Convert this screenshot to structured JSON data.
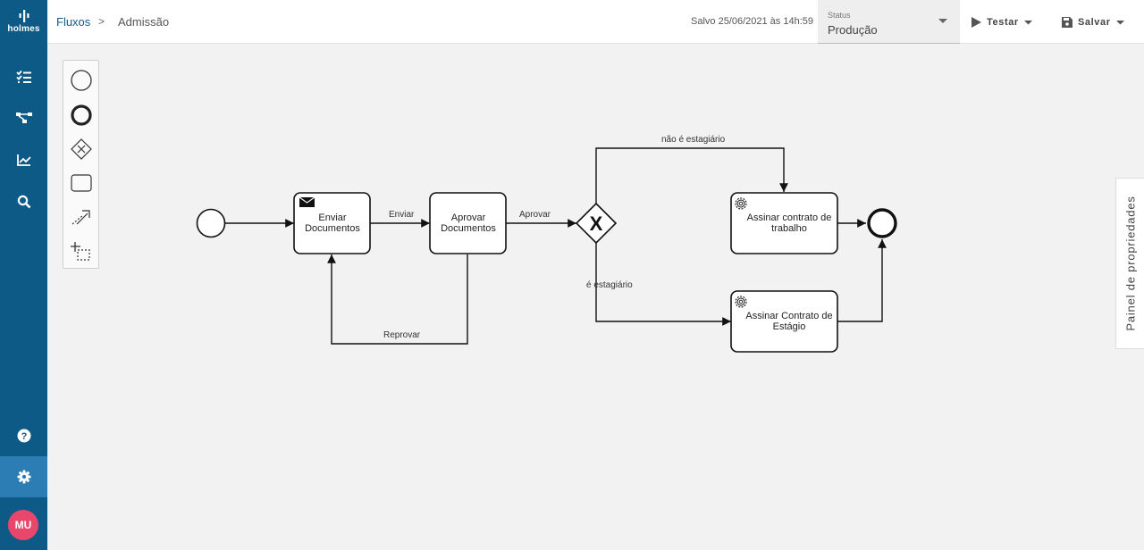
{
  "app": {
    "logo_text": "holmes"
  },
  "header": {
    "breadcrumb_root": "Fluxos",
    "breadcrumb_sep": ">",
    "breadcrumb_current": "Admissão",
    "saved_text": "Salvo 25/06/2021 às 14h:59",
    "status_label": "Status",
    "status_value": "Produção",
    "test_label": "Testar",
    "save_label": "Salvar"
  },
  "sidebar": {
    "items": [
      {
        "name": "tasks",
        "icon": "checklist-icon"
      },
      {
        "name": "flows",
        "icon": "flow-diagram-icon"
      },
      {
        "name": "reports",
        "icon": "chart-line-icon"
      },
      {
        "name": "search",
        "icon": "search-icon"
      }
    ],
    "bottom": [
      {
        "name": "help",
        "icon": "help-circle-icon"
      },
      {
        "name": "settings",
        "icon": "gear-icon"
      }
    ],
    "avatar_initials": "MU"
  },
  "palette": {
    "tools": [
      "start-event-tool",
      "end-event-tool",
      "gateway-tool",
      "task-tool",
      "connect-tool",
      "space-tool"
    ]
  },
  "diagram": {
    "tasks": {
      "enviar": "Enviar\nDocumentos",
      "aprovar": "Aprovar\nDocumentos",
      "assinar_trabalho": "Assinar contrato de\ntrabalho",
      "assinar_estagio": "Assinar Contrato de\nEstágio"
    },
    "flows": {
      "enviar": "Enviar",
      "aprovar": "Aprovar",
      "reprovar": "Reprovar",
      "nao_estagiario": "não é estagiário",
      "estagiario": "é estagiário"
    },
    "gateway_symbol": "X"
  },
  "properties_panel": {
    "label": "Painel de propriedades"
  },
  "colors": {
    "sidebar": "#0e5a87",
    "sidebar_active": "#2b7db3",
    "avatar": "#e8466b",
    "canvas": "#f2f2f2"
  }
}
